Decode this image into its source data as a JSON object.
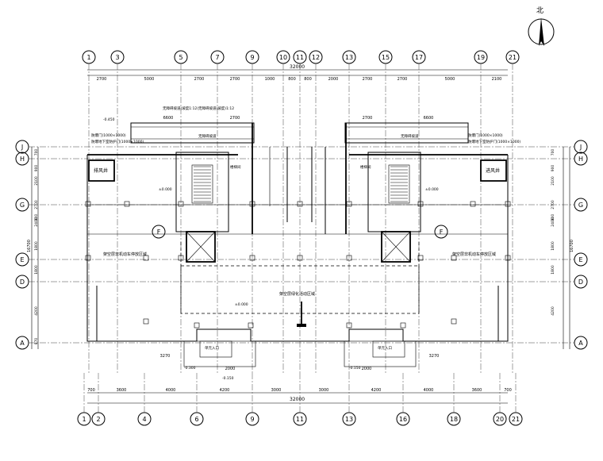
{
  "drawing": {
    "north_label": "北",
    "axes_vertical_top": [
      "1",
      "3",
      "5",
      "7",
      "9",
      "10",
      "11",
      "12",
      "13",
      "15",
      "17",
      "19",
      "21"
    ],
    "axes_vertical_bottom": [
      "1",
      "2",
      "4",
      "6",
      "9",
      "11",
      "13",
      "16",
      "18",
      "20",
      "21"
    ],
    "axes_horizontal_left": [
      "J",
      "H",
      "G",
      "F",
      "E",
      "D",
      "A"
    ],
    "axes_horizontal_right": [
      "J",
      "H",
      "G",
      "E",
      "D",
      "A"
    ],
    "axis_f_inner_labels": [
      "F",
      "F"
    ],
    "top_overall_dimension": "32000",
    "bottom_overall_dimension": "32000",
    "top_dimension_segments": [
      "2700",
      "5000",
      "2700",
      "2700",
      "1000",
      "800",
      "800",
      "2000",
      "2700",
      "2700",
      "5000",
      "2100"
    ],
    "top_inner_dimensions": [
      "6600",
      "2700",
      "2700",
      "6600"
    ],
    "bottom_dimension_segments": [
      "700",
      "3600",
      "4000",
      "4200",
      "3000",
      "3000",
      "4200",
      "4000",
      "3600",
      "700"
    ],
    "bottom_inner_dimensions": [
      "3270",
      "2000",
      "2000",
      "3270"
    ],
    "left_dimensions": [
      "700",
      "900",
      "2100",
      "2700",
      "900",
      "2400",
      "1800",
      "1800",
      "4200",
      "870"
    ],
    "left_total": "16700",
    "right_dimensions": [
      "700",
      "900",
      "2100",
      "2700",
      "900",
      "2400",
      "1800",
      "1800",
      "4200"
    ],
    "right_total": "16700",
    "rooms": {
      "left_shaft": "排风井",
      "right_shaft": "进风井",
      "left_area": "架空层非机动车停放区域",
      "right_area": "架空层非机动车停放区域",
      "center_area": "架空层绿化活动区域",
      "left_entry": "单元入口",
      "right_entry": "单元入口"
    },
    "notes": {
      "left_top_1": "防爆门(1000×1000)",
      "left_top_2": "防爆地下室防护门(1000×1000)",
      "right_top_1": "防爆门(1000×1000)",
      "right_top_2": "防爆地下室防护门(1000×1000)",
      "left_canopy": "无障碍坡道(坡度1:12)",
      "left_canopy_2": "无障碍坡道(坡度)1:12",
      "left_canopy_3": "无障碍坡道",
      "right_canopy": "无障碍坡道",
      "stair_label": "楼梯间",
      "elev_left": "±0.000",
      "elev_right": "±0.000",
      "elev_center": "±0.000",
      "elev_neg": "-0.450",
      "elev_neg2": "-0.150",
      "elev_neg3": "-0.150",
      "elev_small": "-0.300"
    }
  }
}
